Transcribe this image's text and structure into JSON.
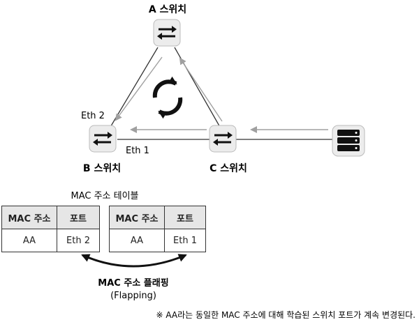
{
  "switches": {
    "a": {
      "label": "A 스위치"
    },
    "b": {
      "label": "B 스위치"
    },
    "c": {
      "label": "C 스위치"
    }
  },
  "ports": {
    "eth2": "Eth 2",
    "eth1": "Eth 1"
  },
  "icons": {
    "switch": "switch-icon",
    "server": "server-icon",
    "loop": "loop-arrows-icon"
  },
  "tables": {
    "title": "MAC 주소 테이블",
    "left": {
      "col_mac": "MAC 주소",
      "col_port": "포트",
      "mac": "AA",
      "port": "Eth 2"
    },
    "right": {
      "col_mac": "MAC 주소",
      "col_port": "포트",
      "mac": "AA",
      "port": "Eth 1"
    }
  },
  "flapping": {
    "line1": "MAC 주소 플래핑",
    "line2": "(Flapping)"
  },
  "footnote": "※ AA라는 동일한 MAC 주소에 대해 학습된  스위치 포트가 계속 변경된다.",
  "colors": {
    "line": "#333333",
    "arrow_gray": "#999999",
    "switch_bg": "#e9e9e9"
  }
}
